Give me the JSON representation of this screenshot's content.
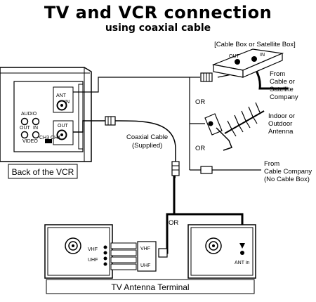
{
  "title": "TV and VCR connection",
  "subtitle": "using coaxial cable",
  "labels": {
    "cable_box": "[Cable Box or Satellite Box]",
    "cable_box_out": "OUT",
    "cable_box_in": "IN",
    "from_satellite": [
      "From",
      "Cable or",
      "Satellite",
      "Company"
    ],
    "antenna": [
      "Indoor or",
      "Outdoor",
      "Antenna"
    ],
    "from_cable": [
      "From",
      "Cable Company",
      "(No Cable Box)"
    ],
    "or_1": "OR",
    "or_2": "OR",
    "or_3": "OR",
    "coaxial": [
      "Coaxial Cable",
      "(Supplied)"
    ],
    "back_of_vcr": "Back of the VCR",
    "vcr_ant": "ANT",
    "vcr_in": "IN",
    "vcr_out": "OUT",
    "vcr_audio": "AUDIO",
    "vcr_audio_out": "OUT",
    "vcr_audio_in": "IN",
    "vcr_video": "VIDEO",
    "vcr_ch": "CH3 CH4",
    "tv_vhf": "VHF",
    "tv_uhf": "UHF",
    "adapter_vhf": "VHF",
    "adapter_uhf": "UHF",
    "ant_in": "ANT in",
    "tv_terminal": "TV Antenna Terminal"
  }
}
